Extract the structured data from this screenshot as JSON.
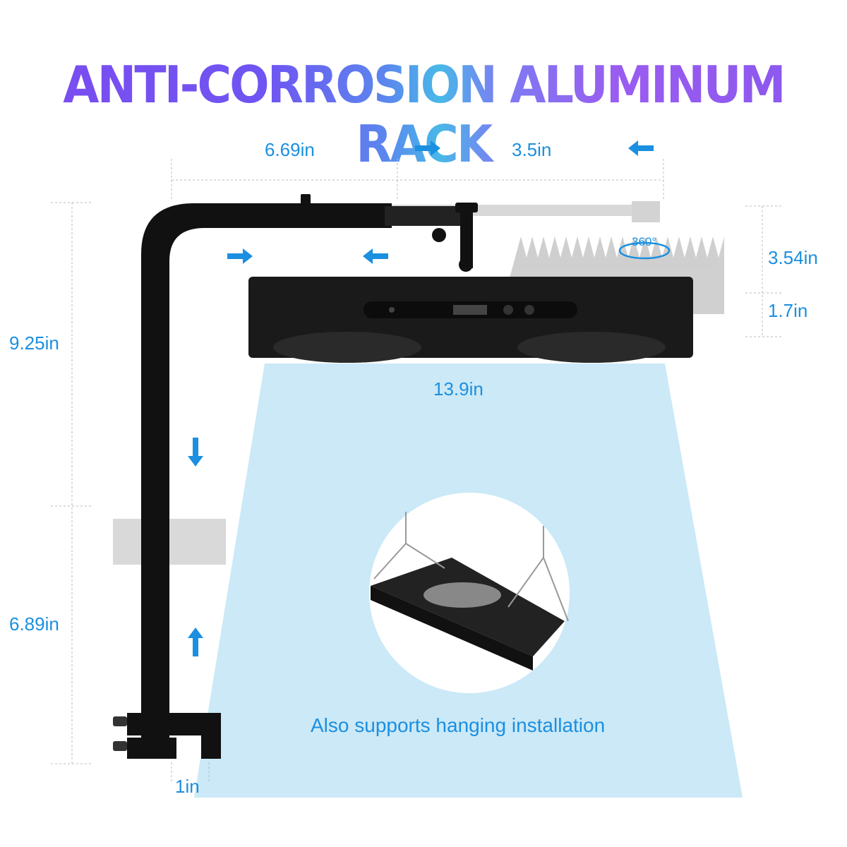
{
  "title": "ANTI-CORROSION ALUMINUM RACK",
  "dimensions": {
    "arm_length": "6.69in",
    "arm_extension": "3.5in",
    "light_width": "13.9in",
    "fixture_height": "3.54in",
    "light_thickness": "1.7in",
    "pole_upper": "9.25in",
    "pole_lower": "6.89in",
    "clamp_width": "1in"
  },
  "rotation_label": "360°",
  "hanging_caption": "Also supports hanging installation",
  "colors": {
    "dimension_text": "#1b8fe0",
    "arrow": "#1b8fe0",
    "light_beam": "#cbe9f7",
    "rack": "#111111"
  }
}
